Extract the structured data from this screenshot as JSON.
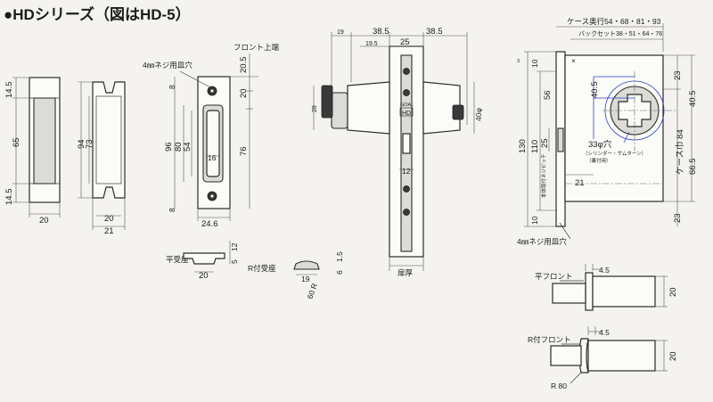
{
  "title": "●HDシリーズ（図はHD-5）",
  "labels": {
    "front_top": "フロント上端",
    "screw_hole_4mm": "4㎜ネジ用皿穴",
    "flat_strike": "平受座",
    "r_strike": "R付受座",
    "door_thickness": "扉厚",
    "case_depth": "ケース奥行54・68・81・93",
    "backset": "バックセット38・51・64・76",
    "case_width": "ケース巾 84",
    "cylinder_hole": "33φ穴",
    "cylinder_note": "（シリンダー・サムターン）",
    "cylinder_note2": "（裏付用）",
    "mount_pitch": "本体取付ネジピッチ",
    "flat_front": "平フロント",
    "r_front": "R付フロント",
    "r80": "R 80",
    "r60": "60 R",
    "brand": "GOAL",
    "model": "HD",
    "x_mark": "×"
  },
  "dims": {
    "left_14_5_top": "14.5",
    "left_65": "65",
    "left_14_5_bot": "14.5",
    "left_20": "20",
    "mid_94": "94",
    "mid_73": "73",
    "mid_20": "20",
    "mid_21": "21",
    "front_8_top": "8",
    "front_96": "96",
    "front_80": "80",
    "front_54": "54",
    "front_16": "16",
    "front_8_bot": "8",
    "front_24_6": "24.6",
    "front_20_5": "20.5",
    "front_20": "20",
    "front_76": "76",
    "strike_12": "12",
    "strike_5": "5",
    "strike_20": "20",
    "rstrike_1_5": "1.5",
    "rstrike_6": "6",
    "rstrike_19": "19",
    "side_19": "19",
    "side_19_5": "19.5",
    "side_38_5_l": "38.5",
    "side_25": "25",
    "side_38_5_r": "38.5",
    "side_28": "28",
    "side_40phi": "40φ",
    "side_12": "12",
    "case_10_top": "10",
    "case_23_top": "23",
    "case_40_5_l": "40.5",
    "case_56": "56",
    "case_40_5_r": "40.5",
    "case_25": "25",
    "case_130": "130",
    "case_110": "110",
    "case_66_5": "66.5",
    "case_21": "21",
    "case_10_bot": "10",
    "case_23_bot": "23",
    "case_3": "3",
    "flatfront_4_5": "4.5",
    "flatfront_20": "20",
    "rfront_4_5": "4.5",
    "rfront_20": "20"
  }
}
